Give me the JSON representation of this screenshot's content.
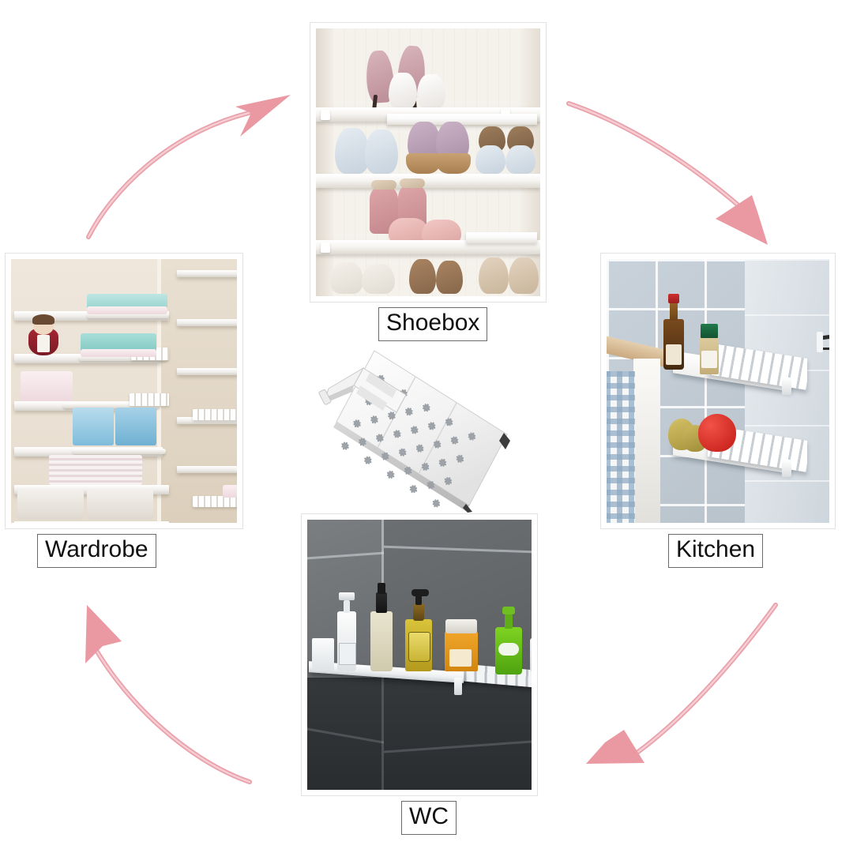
{
  "page": {
    "background_color": "#ffffff",
    "title": "Adjustable Storage Shelf Usage Scenarios",
    "layout": "cycle-diagram",
    "accent_color": "#eb9aa3",
    "label_border_color": "#6a6a6a",
    "label_text_color": "#111111"
  },
  "product": {
    "name": "expandable-storage-shelf",
    "description": "White retractable closet shelf divider with flower-pattern perforations",
    "body_color": "#f4f4f4",
    "perforation_shape": "flower"
  },
  "panels": [
    {
      "id": "shoebox",
      "label": "Shoebox",
      "position": "top",
      "scene": "shoe cabinet with four shelves of shoes",
      "contents": [
        "pink heels",
        "white heels",
        "lilac sandals",
        "blue sandals",
        "brown sandals",
        "pink flats",
        "cream shoes",
        "tan shoes"
      ]
    },
    {
      "id": "wardrobe",
      "label": "Wardrobe",
      "position": "left",
      "scene": "open wardrobe with stacked folded clothes and shelf dividers",
      "contents": [
        "mint folded clothes",
        "pink folded clothes",
        "blue storage boxes",
        "striped towels",
        "doll"
      ]
    },
    {
      "id": "kitchen",
      "label": "Kitchen",
      "position": "right",
      "scene": "tiled kitchen corner with two mounted shelves",
      "contents": [
        "sauce bottle",
        "spice jar",
        "red pepper",
        "pears",
        "checked cloth",
        "wooden counter"
      ]
    },
    {
      "id": "wc",
      "label": "WC",
      "position": "bottom",
      "scene": "grey tiled bathroom with wall shelf of toiletries",
      "contents": [
        "white pump bottle",
        "cream bottle",
        "yellow pump bottle",
        "orange jar",
        "green spray bottle"
      ]
    }
  ],
  "arrows": [
    {
      "id": "arrow-wardrobe-to-shoebox",
      "from": "wardrobe",
      "to": "shoebox",
      "direction": "up-right",
      "color": "#eb9aa3"
    },
    {
      "id": "arrow-shoebox-to-kitchen",
      "from": "shoebox",
      "to": "kitchen",
      "direction": "down-right",
      "color": "#eb9aa3"
    },
    {
      "id": "arrow-kitchen-to-wc",
      "from": "kitchen",
      "to": "wc",
      "direction": "down-left",
      "color": "#eb9aa3"
    },
    {
      "id": "arrow-wc-to-wardrobe",
      "from": "wc",
      "to": "wardrobe",
      "direction": "up-left",
      "color": "#eb9aa3"
    }
  ]
}
